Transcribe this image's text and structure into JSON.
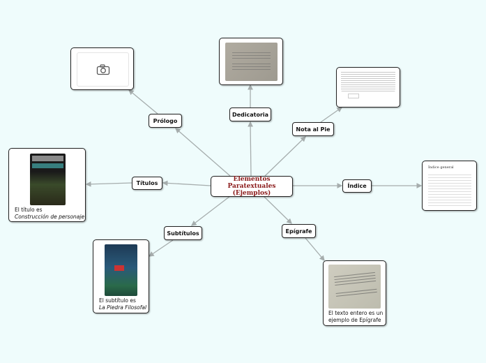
{
  "center": {
    "line1": "Elementos Paratextuales",
    "line2": "(Ejemplos)"
  },
  "branches": {
    "prologo": {
      "label": "Prólogo",
      "image_icon": "camera-icon"
    },
    "dedicatoria": {
      "label": "Dedicatoria"
    },
    "nota": {
      "label": "Nota al Pie"
    },
    "titulos": {
      "label": "Títulos",
      "caption": "El título es",
      "caption_italic": "Construcción de personaje"
    },
    "indice": {
      "label": "Índice"
    },
    "subtitulos": {
      "label": "Subtítulos",
      "caption": "El subtítulo es",
      "caption_italic": "La Piedra Filosofal"
    },
    "epigrafe": {
      "label": "Epígrafe",
      "caption": "El texto entero es un ejemplo de Epígrafe"
    }
  },
  "colors": {
    "background": "#effcfc",
    "center_text": "#8b1a1a",
    "connector": "#a6adad"
  }
}
